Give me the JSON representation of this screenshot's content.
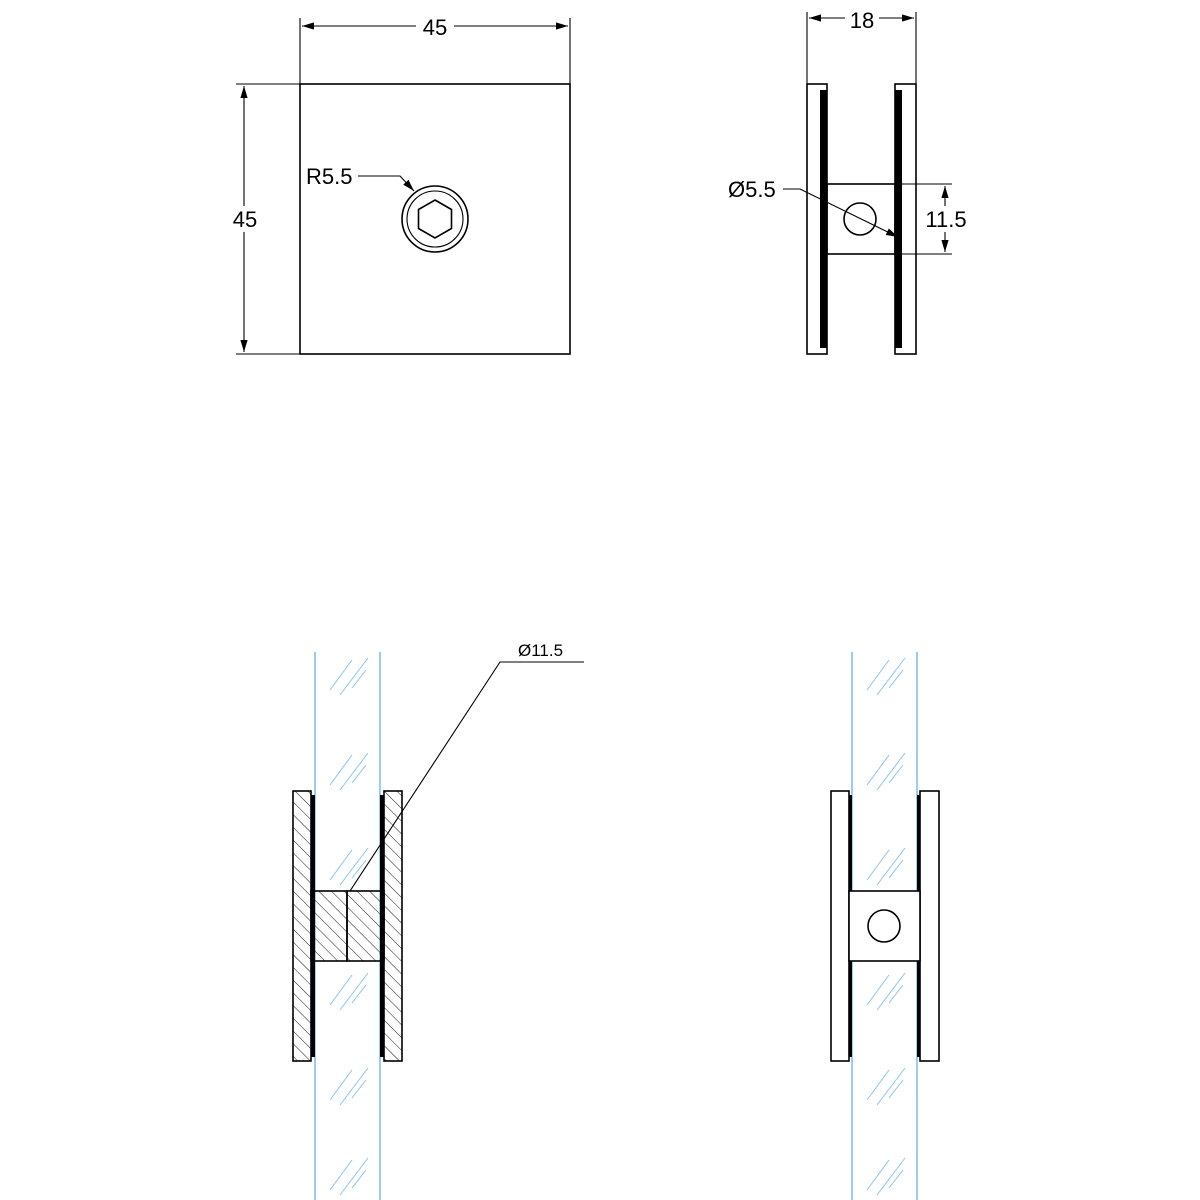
{
  "drawing": {
    "front_view": {
      "width_dim": "45",
      "height_dim": "45",
      "screw_radius_dim": "R5.5"
    },
    "side_view": {
      "thickness_dim": "18",
      "hole_dia_dim": "Ø5.5",
      "body_height_dim": "11.5"
    },
    "section_view": {
      "body_dia_dim": "Ø11.5"
    },
    "colors": {
      "line": "#000000",
      "glass_edge": "#5aa9e6",
      "glass_hatch": "#8cc4ee"
    }
  }
}
